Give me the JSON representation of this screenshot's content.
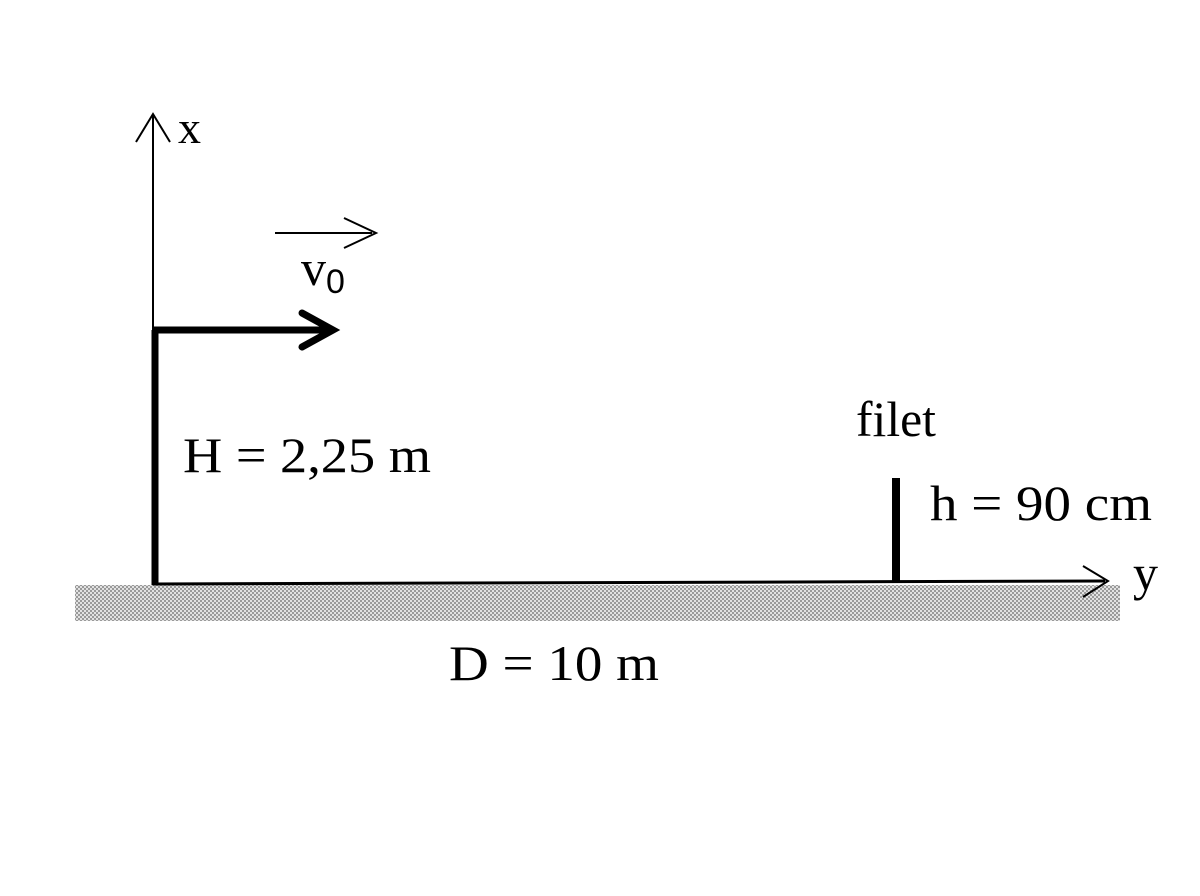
{
  "labels": {
    "x_axis": "x",
    "y_axis": "y",
    "velocity_main": "v",
    "velocity_sub": "0",
    "height_H": "H = 2,25 m",
    "net": "filet",
    "height_h": "h = 90 cm",
    "distance_D": "D = 10 m"
  },
  "colors": {
    "ink": "#000000",
    "ground": "#cfcfcf"
  }
}
